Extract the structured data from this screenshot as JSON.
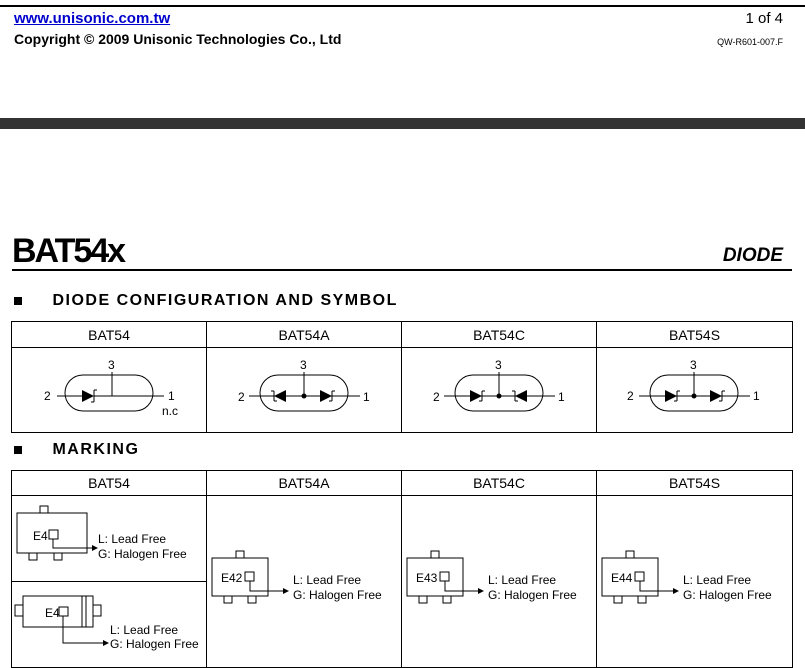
{
  "header": {
    "url": "www.unisonic.com.tw",
    "copyright": "Copyright © 2009 Unisonic Technologies Co., Ltd",
    "page": "1 of 4",
    "doc_no": "QW-R601-007.F"
  },
  "title": "BAT54x",
  "category": "DIODE",
  "sections": {
    "config": "DIODE CONFIGURATION AND SYMBOL",
    "marking": "MARKING"
  },
  "config": {
    "parts": [
      "BAT54",
      "BAT54A",
      "BAT54C",
      "BAT54S"
    ],
    "pin1": "1",
    "pin2": "2",
    "pin3": "3",
    "nc": "n.c"
  },
  "marking": {
    "parts": [
      "BAT54",
      "BAT54A",
      "BAT54C",
      "BAT54S"
    ],
    "codes": [
      "E4",
      "E4",
      "E42",
      "E43",
      "E44"
    ],
    "legend_l": "L: Lead Free",
    "legend_g": "G: Halogen Free"
  }
}
